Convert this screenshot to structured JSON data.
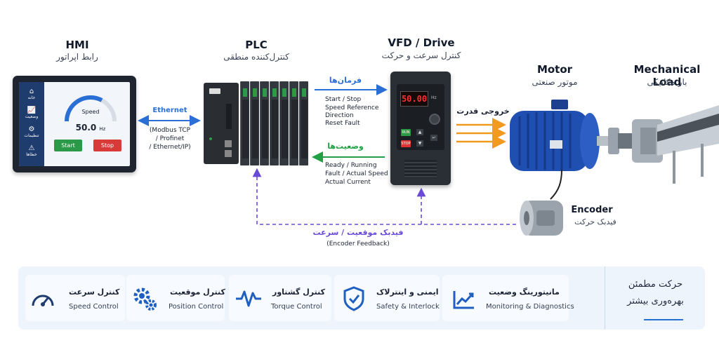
{
  "hmi": {
    "title_en": "HMI",
    "title_fa": "رابط اپراتور",
    "nav": [
      {
        "icon": "home-icon",
        "label": "خانه"
      },
      {
        "icon": "chart-icon",
        "label": "وضعیت"
      },
      {
        "icon": "gear-icon",
        "label": "تنظیمات"
      },
      {
        "icon": "warning-icon",
        "label": "خطاها"
      }
    ],
    "speed_label": "Speed",
    "speed_value": "50.0",
    "speed_unit": "Hz",
    "start_label": "Start",
    "stop_label": "Stop"
  },
  "link_hmi_plc": {
    "label": "Ethernet",
    "protocols": [
      "(Modbus TCP",
      "/ Profinet",
      "/ Ethernet/IP)"
    ]
  },
  "plc": {
    "title_en": "PLC",
    "title_fa": "کنترل‌کننده منطقی"
  },
  "commands": {
    "title_fa": "فرمان‌ها",
    "items": [
      "Start / Stop",
      "Speed Reference",
      "Direction",
      "Reset Fault"
    ]
  },
  "status": {
    "title_fa": "وضعیت‌ها",
    "items": [
      "Ready / Running",
      "Fault / Actual Speed",
      "Actual Current"
    ]
  },
  "vfd": {
    "title_en": "VFD / Drive",
    "title_fa": "کنترل سرعت و حرکت",
    "display": "50.00",
    "hz": "Hz",
    "run": "RUN",
    "stop": "STOP"
  },
  "output": {
    "title_fa": "خروجی قدرت"
  },
  "motor": {
    "title_en": "Motor",
    "title_fa": "موتور صنعتی"
  },
  "load": {
    "title_en": "Mechanical Load",
    "title_fa": "بار مکانیکی"
  },
  "encoder": {
    "title_en": "Encoder",
    "title_fa": "فیدبک حرکت"
  },
  "feedback": {
    "title_fa": "فیدبک موقعیت / سرعت",
    "title_en": "(Encoder Feedback)"
  },
  "features": [
    {
      "icon": "speedometer-icon",
      "fa": "کنترل سرعت",
      "en": "Speed Control"
    },
    {
      "icon": "gears-icon",
      "fa": "کنترل موقعیت",
      "en": "Position Control"
    },
    {
      "icon": "torque-wave-icon",
      "fa": "کنترل گشتاور",
      "en": "Torque Control"
    },
    {
      "icon": "shield-icon",
      "fa": "ایمنی و اینترلاک",
      "en": "Safety & Interlock"
    },
    {
      "icon": "trend-chart-icon",
      "fa": "مانیتورینگ وضعیت",
      "en": "Monitoring & Diagnostics"
    }
  ],
  "side_note": {
    "line1": "حرکت مطمئن",
    "line2": "بهره‌وری بیشتر"
  },
  "colors": {
    "blue": "#2a6fd6",
    "green": "#22a045",
    "purple": "#6a4bd8",
    "orange": "#f29a1f",
    "motor_blue": "#1f4fb0"
  }
}
